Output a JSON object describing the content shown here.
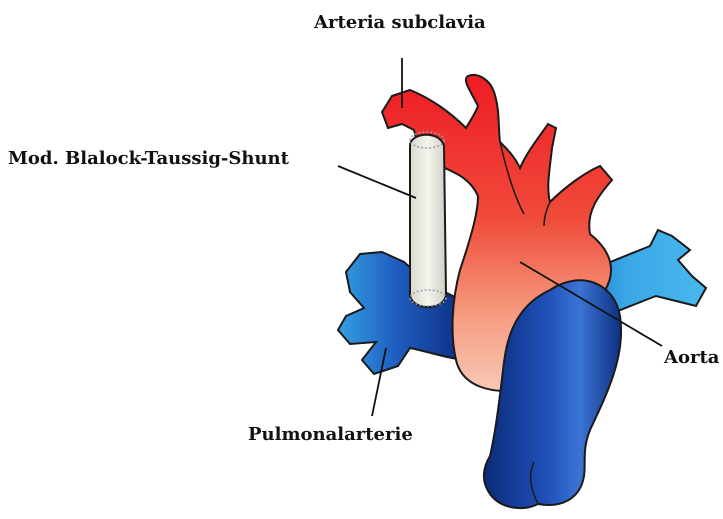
{
  "diagram": {
    "labels": {
      "arteria_subclavia": "Arteria subclavia",
      "shunt": "Mod. Blalock-Taussig-Shunt",
      "aorta": "Aorta",
      "pulmonalarterie": "Pulmonalarterie"
    },
    "colors": {
      "aorta_red": "#ee1c25",
      "aorta_pale": "#f8c3b0",
      "pulmonary_dark": "#0a2a7a",
      "pulmonary_light": "#3aa8e6",
      "shunt_white": "#eeeee4",
      "outline": "#1a1a1a"
    }
  }
}
